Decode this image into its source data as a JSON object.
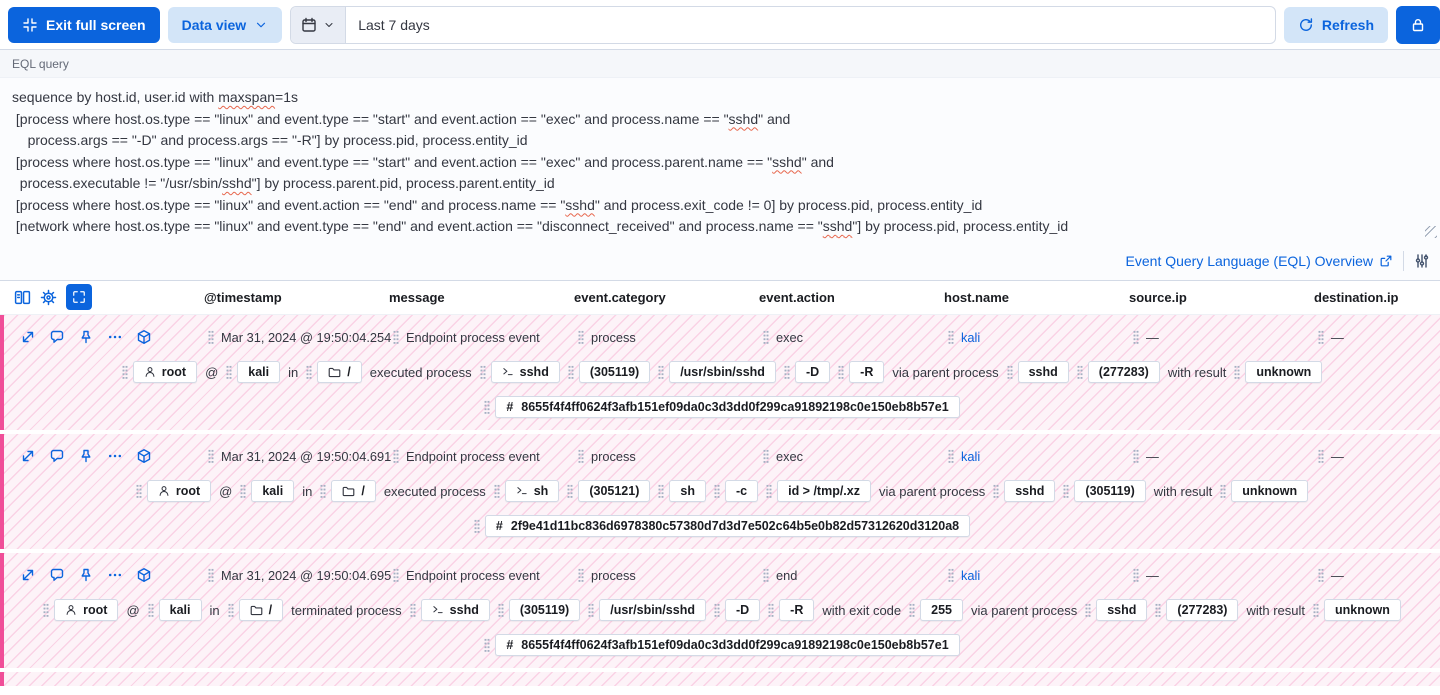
{
  "colors": {
    "primary": "#0b64dd",
    "accent_stripe": "#f04e98",
    "link": "#0b64dd"
  },
  "toolbar": {
    "exit_full_screen": {
      "label": "Exit full screen",
      "icon": "exit-fullscreen-icon"
    },
    "data_view": {
      "label": "Data view",
      "icon": "chevron-down-icon"
    },
    "date_picker": {
      "icon": "calendar-icon",
      "chevron": "chevron-down-icon",
      "value": "Last 7 days"
    },
    "refresh": {
      "label": "Refresh",
      "icon": "refresh-icon"
    },
    "lock": {
      "icon": "lock-icon"
    }
  },
  "query_panel": {
    "label": "EQL query",
    "lines": [
      "sequence by host.id, user.id with maxspan=1s",
      " [process where host.os.type == \"linux\" and event.type == \"start\" and event.action == \"exec\" and process.name == \"sshd\" and",
      "    process.args == \"-D\" and process.args == \"-R\"] by process.pid, process.entity_id",
      " [process where host.os.type == \"linux\" and event.type == \"start\" and event.action == \"exec\" and process.parent.name == \"sshd\" and",
      "  process.executable != \"/usr/sbin/sshd\"] by process.parent.pid, process.parent.entity_id",
      " [process where host.os.type == \"linux\" and event.action == \"end\" and process.name == \"sshd\" and process.exit_code != 0] by process.pid, process.entity_id",
      " [network where host.os.type == \"linux\" and event.type == \"end\" and event.action == \"disconnect_received\" and process.name == \"sshd\"] by process.pid, process.entity_id"
    ],
    "misspelled_words": [
      "maxspan",
      "sshd"
    ],
    "footer": {
      "link": "Event Query Language (EQL) Overview",
      "link_icon": "external-link-icon",
      "settings_icon": "sliders-icon"
    }
  },
  "table": {
    "controls": [
      "columns-icon",
      "gear-icon",
      "fullscreen-icon"
    ],
    "columns": [
      "@timestamp",
      "message",
      "event.category",
      "event.action",
      "host.name",
      "source.ip",
      "destination.ip"
    ],
    "row_actions": [
      "expand-icon",
      "comment-icon",
      "pin-icon",
      "more-actions-icon",
      "analyze-event-icon"
    ],
    "rows": [
      {
        "timestamp": "Mar 31, 2024 @ 19:50:04.254",
        "message": "Endpoint process event",
        "event_category": "process",
        "event_action": "exec",
        "host_name": "kali",
        "source_ip": "—",
        "destination_ip": "—",
        "renderer": [
          {
            "t": "badge",
            "icon": "user-icon",
            "text": "root"
          },
          {
            "t": "text",
            "text": "@"
          },
          {
            "t": "badge",
            "text": "kali"
          },
          {
            "t": "text",
            "text": "in"
          },
          {
            "t": "badge",
            "icon": "folder-icon",
            "text": "/"
          },
          {
            "t": "text",
            "text": "executed process"
          },
          {
            "t": "badge",
            "icon": "terminal-icon",
            "text": "sshd"
          },
          {
            "t": "badge",
            "text": "(305119)"
          },
          {
            "t": "badge",
            "text": "/usr/sbin/sshd"
          },
          {
            "t": "badge",
            "text": "-D"
          },
          {
            "t": "badge",
            "text": "-R"
          },
          {
            "t": "text",
            "text": "via parent process"
          },
          {
            "t": "badge",
            "text": "sshd"
          },
          {
            "t": "badge",
            "text": "(277283)"
          },
          {
            "t": "text",
            "text": "with result"
          },
          {
            "t": "badge",
            "text": "unknown"
          }
        ],
        "hash": "8655f4f4ff0624f3afb151ef09da0c3d3dd0f299ca91892198c0e150eb8b57e1"
      },
      {
        "timestamp": "Mar 31, 2024 @ 19:50:04.691",
        "message": "Endpoint process event",
        "event_category": "process",
        "event_action": "exec",
        "host_name": "kali",
        "source_ip": "—",
        "destination_ip": "—",
        "renderer": [
          {
            "t": "badge",
            "icon": "user-icon",
            "text": "root"
          },
          {
            "t": "text",
            "text": "@"
          },
          {
            "t": "badge",
            "text": "kali"
          },
          {
            "t": "text",
            "text": "in"
          },
          {
            "t": "badge",
            "icon": "folder-icon",
            "text": "/"
          },
          {
            "t": "text",
            "text": "executed process"
          },
          {
            "t": "badge",
            "icon": "terminal-icon",
            "text": "sh"
          },
          {
            "t": "badge",
            "text": "(305121)"
          },
          {
            "t": "badge",
            "text": "sh"
          },
          {
            "t": "badge",
            "text": "-c"
          },
          {
            "t": "badge",
            "text": "id > /tmp/.xz"
          },
          {
            "t": "text",
            "text": "via parent process"
          },
          {
            "t": "badge",
            "text": "sshd"
          },
          {
            "t": "badge",
            "text": "(305119)"
          },
          {
            "t": "text",
            "text": "with result"
          },
          {
            "t": "badge",
            "text": "unknown"
          }
        ],
        "hash": "2f9e41d11bc836d6978380c57380d7d3d7e502c64b5e0b82d57312620d3120a8"
      },
      {
        "timestamp": "Mar 31, 2024 @ 19:50:04.695",
        "message": "Endpoint process event",
        "event_category": "process",
        "event_action": "end",
        "host_name": "kali",
        "source_ip": "—",
        "destination_ip": "—",
        "renderer": [
          {
            "t": "badge",
            "icon": "user-icon",
            "text": "root"
          },
          {
            "t": "text",
            "text": "@"
          },
          {
            "t": "badge",
            "text": "kali"
          },
          {
            "t": "text",
            "text": "in"
          },
          {
            "t": "badge",
            "icon": "folder-icon",
            "text": "/"
          },
          {
            "t": "text",
            "text": "terminated process"
          },
          {
            "t": "badge",
            "icon": "terminal-icon",
            "text": "sshd"
          },
          {
            "t": "badge",
            "text": "(305119)"
          },
          {
            "t": "badge",
            "text": "/usr/sbin/sshd"
          },
          {
            "t": "badge",
            "text": "-D"
          },
          {
            "t": "badge",
            "text": "-R"
          },
          {
            "t": "text",
            "text": "with exit code"
          },
          {
            "t": "badge",
            "text": "255"
          },
          {
            "t": "text",
            "text": "via parent process"
          },
          {
            "t": "badge",
            "text": "sshd"
          },
          {
            "t": "badge",
            "text": "(277283)"
          },
          {
            "t": "text",
            "text": "with result"
          },
          {
            "t": "badge",
            "text": "unknown"
          }
        ],
        "hash": "8655f4f4ff0624f3afb151ef09da0c3d3dd0f299ca91892198c0e150eb8b57e1"
      }
    ]
  }
}
